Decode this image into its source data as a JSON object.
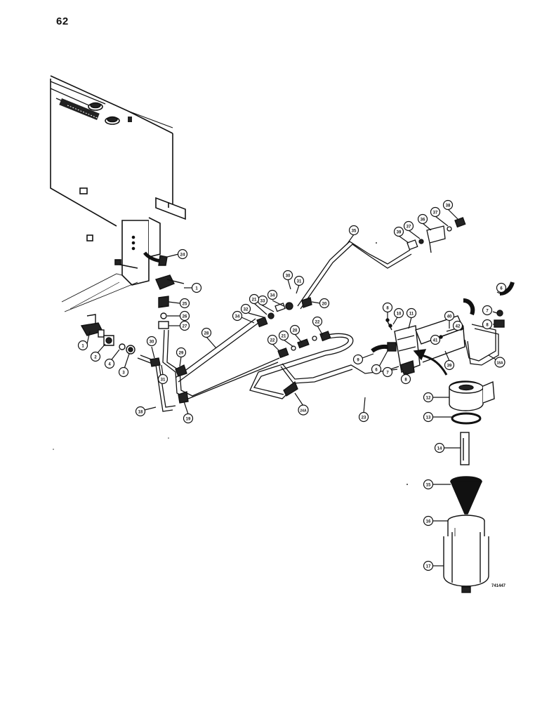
{
  "page": {
    "number": "62"
  },
  "diagram": {
    "id": "741447",
    "callouts": [
      "1",
      "2",
      "3",
      "4",
      "1",
      "25",
      "26",
      "27",
      "24",
      "30",
      "29",
      "31",
      "28",
      "18",
      "19",
      "34",
      "32",
      "33",
      "34",
      "21",
      "30",
      "31",
      "20",
      "22",
      "21",
      "20",
      "22",
      "23",
      "24A",
      "35",
      "39",
      "37",
      "36",
      "37",
      "38",
      "8",
      "10",
      "11",
      "9",
      "6",
      "7",
      "8",
      "40",
      "7",
      "42",
      "8",
      "41",
      "39",
      "6",
      "18A",
      "12",
      "13",
      "14",
      "15",
      "16",
      "17"
    ]
  }
}
